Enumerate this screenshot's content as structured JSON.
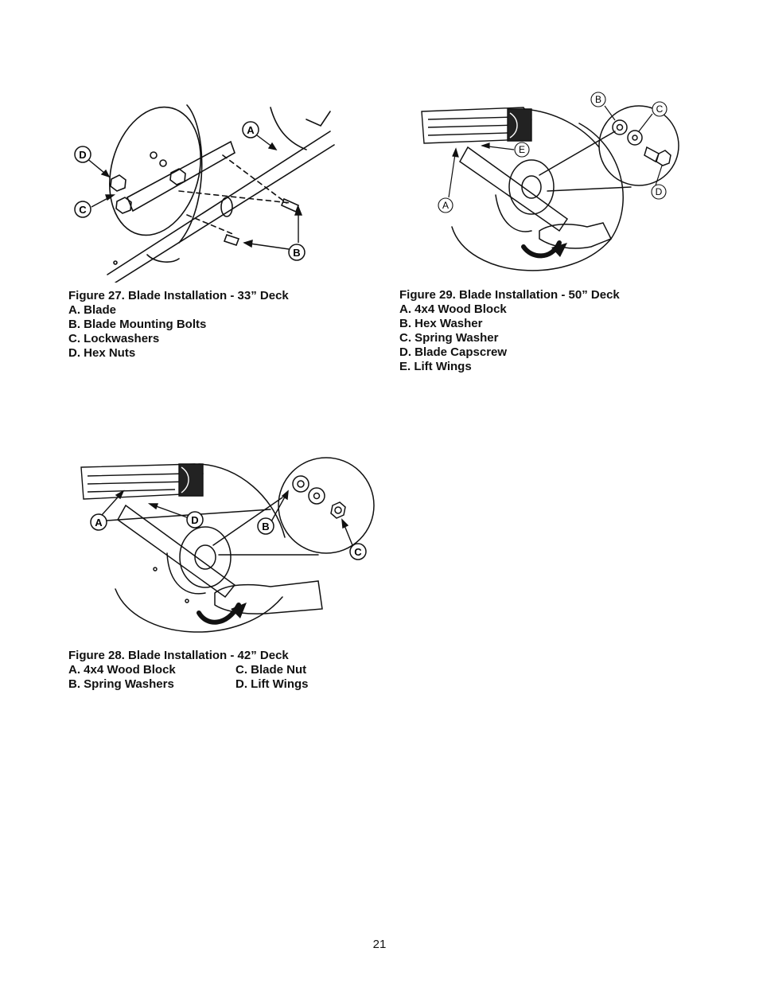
{
  "figure27": {
    "title": "Figure 27.  Blade Installation - 33” Deck",
    "callouts": {
      "A": "A",
      "B": "B",
      "C": "C",
      "D": "D"
    },
    "items": [
      "A.  Blade",
      "B.  Blade Mounting Bolts",
      "C.  Lockwashers",
      "D.  Hex Nuts"
    ]
  },
  "figure29": {
    "title": "Figure 29.  Blade Installation - 50” Deck",
    "callouts": {
      "A": "A",
      "B": "B",
      "C": "C",
      "D": "D",
      "E": "E"
    },
    "items": [
      "A.  4x4 Wood Block",
      "B.  Hex Washer",
      "C.  Spring Washer",
      "D.  Blade Capscrew",
      "E.  Lift Wings"
    ]
  },
  "figure28": {
    "title": "Figure 28.  Blade Installation - 42” Deck",
    "callouts": {
      "A": "A",
      "B": "B",
      "C": "C",
      "D": "D"
    },
    "items_col1": [
      "A.  4x4 Wood Block",
      "B.  Spring Washers"
    ],
    "items_col2": [
      "C.  Blade Nut",
      "D.  Lift Wings"
    ]
  },
  "page_number": "21"
}
